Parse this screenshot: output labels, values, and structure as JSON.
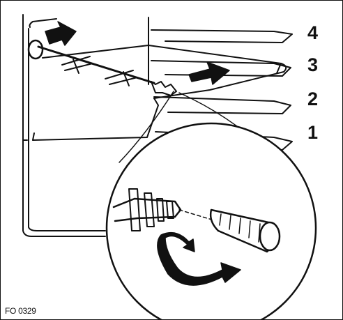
{
  "diagram": {
    "rack_levels": [
      "4",
      "3",
      "2",
      "1"
    ],
    "figure_code": "FO 0329"
  },
  "colors": {
    "ink": "#111111",
    "paper": "#ffffff"
  },
  "icons": {
    "push_arrow": "push-in-arrow-icon",
    "slide_arrow": "slide-arrow-icon",
    "rotate_arrow": "rotate-arrow-icon"
  }
}
